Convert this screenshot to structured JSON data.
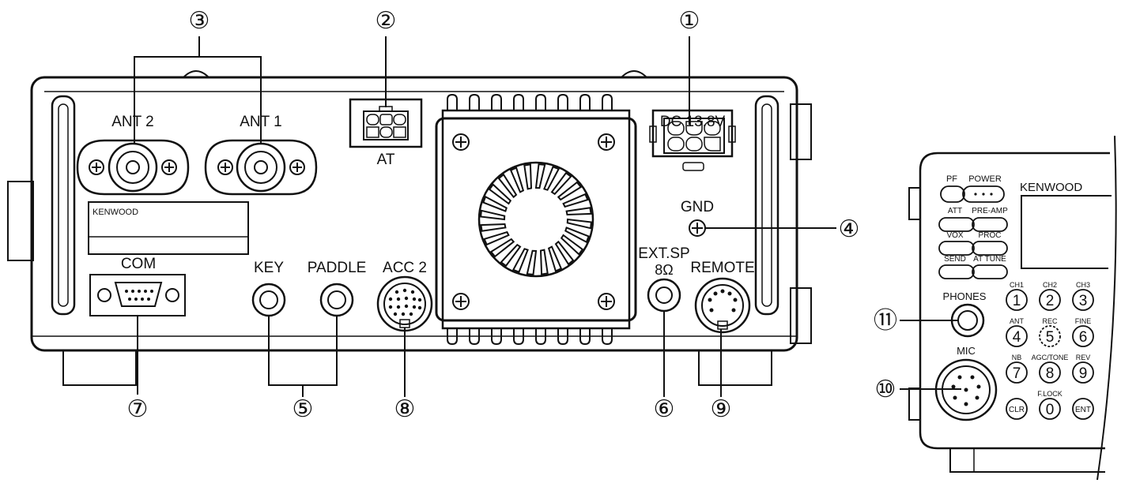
{
  "callouts": {
    "c1": "①",
    "c2": "②",
    "c3": "③",
    "c4": "④",
    "c5": "⑤",
    "c6": "⑥",
    "c7": "⑦",
    "c8": "⑧",
    "c9": "⑨",
    "c10": "⑩",
    "c11": "⑪"
  },
  "rear_panel": {
    "ant2": "ANT 2",
    "ant1": "ANT 1",
    "at": "AT",
    "dc": "DC 13.8V",
    "gnd": "GND",
    "brand_plate": "KENWOOD",
    "com": "COM",
    "key": "KEY",
    "paddle": "PADDLE",
    "acc2": "ACC 2",
    "extsp": "EXT.SP",
    "extsp_ohm": "8Ω",
    "remote": "REMOTE"
  },
  "front_panel": {
    "pf": "PF",
    "power": "POWER",
    "brand": "KENWOOD",
    "att": "ATT",
    "preamp": "PRE-AMP",
    "vox": "VOX",
    "proc": "PROC",
    "send": "SEND",
    "attune": "AT TUNE",
    "phones": "PHONES",
    "mic": "MIC",
    "keypad": [
      {
        "label": "CH1",
        "key": "1"
      },
      {
        "label": "CH2",
        "key": "2"
      },
      {
        "label": "CH3",
        "key": "3"
      },
      {
        "label": "ANT",
        "key": "4"
      },
      {
        "label": "REC",
        "key": "5"
      },
      {
        "label": "FINE",
        "key": "6"
      },
      {
        "label": "NB",
        "key": "7"
      },
      {
        "label": "AGC/TONE",
        "key": "8"
      },
      {
        "label": "REV",
        "key": "9"
      },
      {
        "label": "",
        "key": "CLR"
      },
      {
        "label": "F.LOCK",
        "key": "0"
      },
      {
        "label": "",
        "key": "ENT"
      }
    ]
  }
}
